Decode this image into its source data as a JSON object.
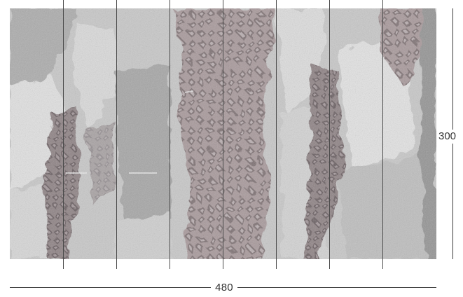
{
  "dimensions": {
    "width_label": "480",
    "height_label": "300"
  },
  "mural": {
    "panel_count": 8,
    "colors": {
      "base_gray": "#c9c9c9",
      "light_gray": "#e3e3e3",
      "dark_gray": "#9e9e9e",
      "pattern_mauve": "#8f7f82",
      "pattern_dark": "#6e6466"
    }
  }
}
